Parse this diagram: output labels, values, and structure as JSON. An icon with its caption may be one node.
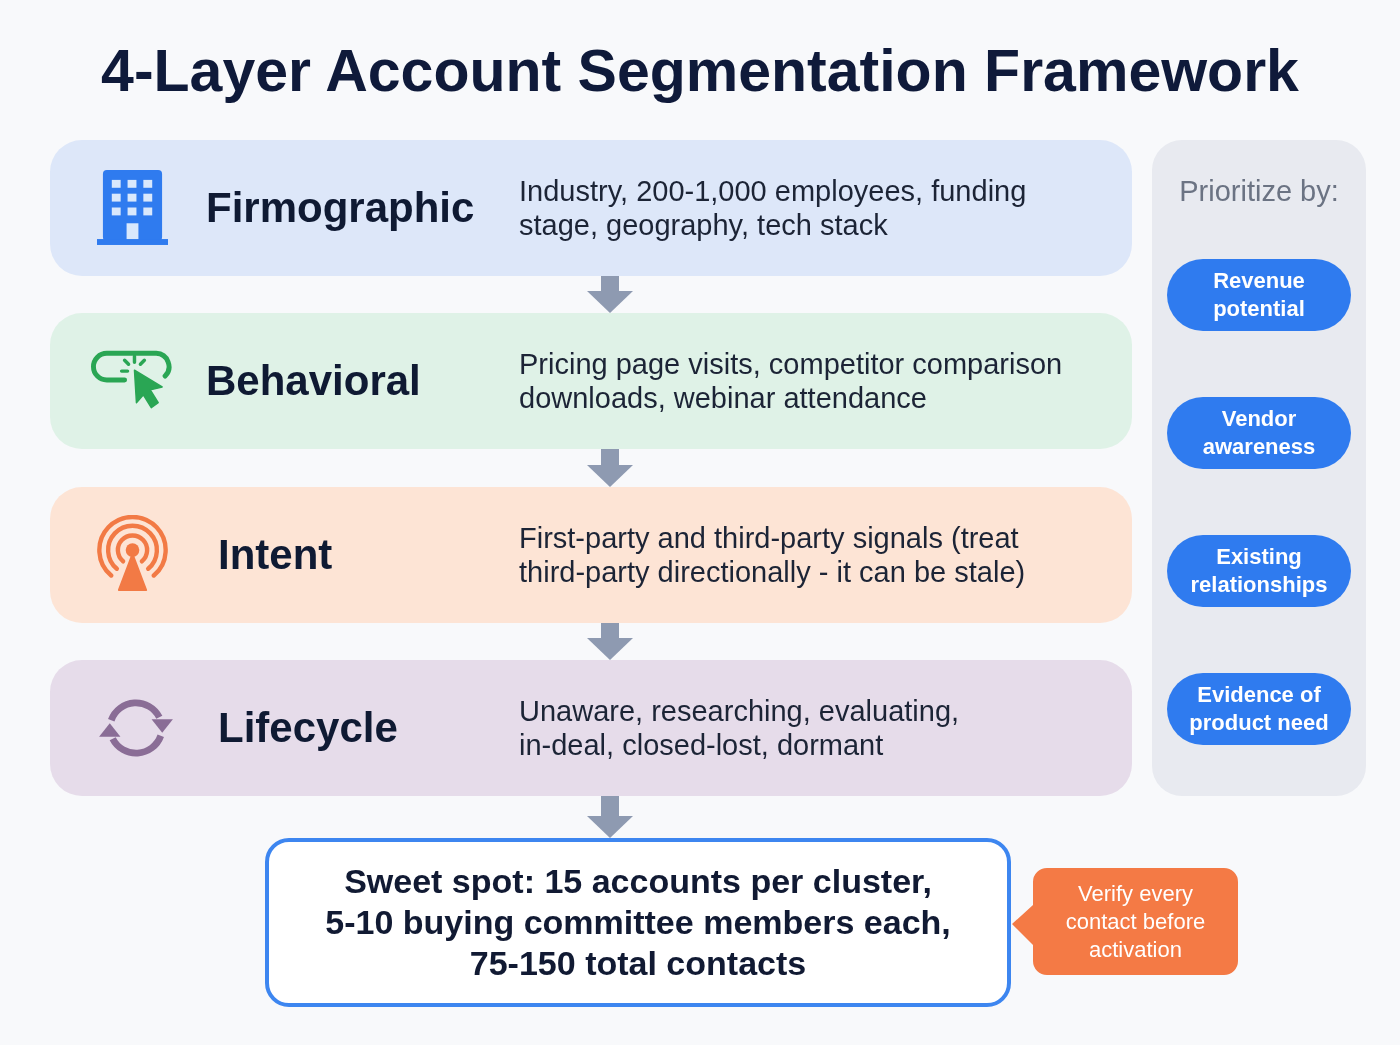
{
  "diagram": {
    "title": "4-Layer Account Segmentation Framework",
    "nodes": [
      {
        "text": [
          "Firmographic",
          "Industry, 200-1,000 employees, funding stage, geography, tech stack"
        ]
      },
      {
        "text": [
          "Behavioral",
          "Pricing page visits, competitor comparison downloads, webinar attendance"
        ]
      },
      {
        "text": [
          "Intent",
          "First-party and third-party signals (treat third-party directionally - it can be stale)"
        ]
      },
      {
        "text": [
          "Lifecycle",
          "Unaware, researching, evaluating, in-deal, closed-lost, dormant"
        ]
      },
      {
        "text": [
          "Sweet spot: 15 accounts per cluster, 5-10 buying committee members each, 75-150 total contacts"
        ]
      },
      {
        "text": [
          "Verify every contact before activation"
        ]
      },
      {
        "text": [
          "Prioritize by:"
        ]
      },
      {
        "text": [
          "Revenue potential"
        ],
        "in": 6
      },
      {
        "text": [
          "Vendor awareness"
        ],
        "in": 6
      },
      {
        "text": [
          "Existing relationships"
        ],
        "in": 6
      },
      {
        "text": [
          "Evidence of product need"
        ],
        "in": 6
      }
    ],
    "edges": [
      {
        "from": 0,
        "to": 1,
        "arrow": "to"
      },
      {
        "from": 1,
        "to": 2,
        "arrow": "to"
      },
      {
        "from": 2,
        "to": 3,
        "arrow": "to"
      },
      {
        "from": 3,
        "to": 4,
        "arrow": "to"
      }
    ]
  }
}
